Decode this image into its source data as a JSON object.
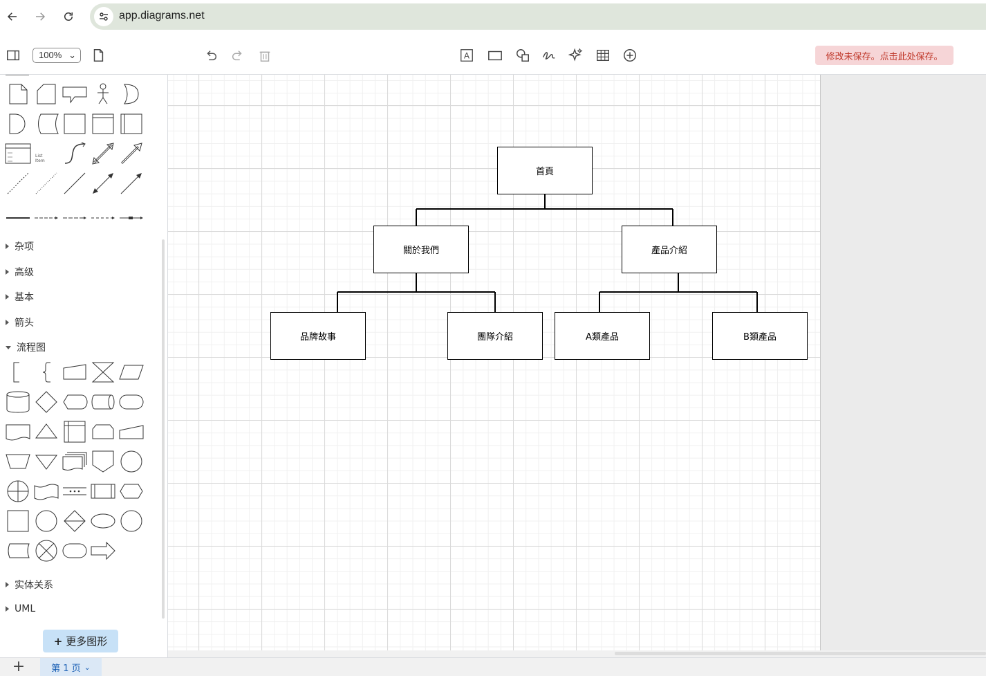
{
  "browser": {
    "url": "app.diagrams.net"
  },
  "toolbar": {
    "zoom": "100%",
    "unsaved_notice": "修改未保存。点击此处保存。",
    "tools": [
      "format-panel-icon",
      "page-icon",
      "undo-icon",
      "redo-icon",
      "delete-icon",
      "text-icon",
      "rectangle-icon",
      "shapes-icon",
      "freehand-icon",
      "sparkle-icon",
      "table-icon",
      "insert-icon"
    ]
  },
  "sidebar": {
    "sections": [
      {
        "label": "杂项",
        "expanded": false
      },
      {
        "label": "高级",
        "expanded": false
      },
      {
        "label": "基本",
        "expanded": false
      },
      {
        "label": "箭头",
        "expanded": false
      },
      {
        "label": "流程图",
        "expanded": true
      },
      {
        "label": "实体关系",
        "expanded": false
      },
      {
        "label": "UML",
        "expanded": false
      }
    ],
    "list_item_label": "List Item",
    "more_shapes": "更多图形"
  },
  "diagram": {
    "nodes": {
      "home": "首頁",
      "about": "關於我們",
      "products": "產品介紹",
      "brand": "品牌故事",
      "team": "團隊介紹",
      "product_a": "A類產品",
      "product_b": "B類產品"
    }
  },
  "pages": {
    "current": "第 1 页"
  }
}
